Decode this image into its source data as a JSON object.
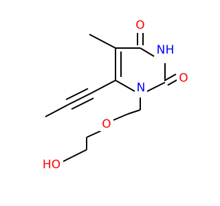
{
  "colors": {
    "background": "#ffffff",
    "carbon": "#000000",
    "oxygen": "#ff0000",
    "nitrogen": "#0000ff"
  },
  "atoms": {
    "carbonyl_o_top": "O",
    "imide_nh": "N",
    "imide_h": "H",
    "carbonyl_o_right": "O",
    "ring_n": "N",
    "ether_o": "O",
    "hydroxyl": "HO"
  }
}
